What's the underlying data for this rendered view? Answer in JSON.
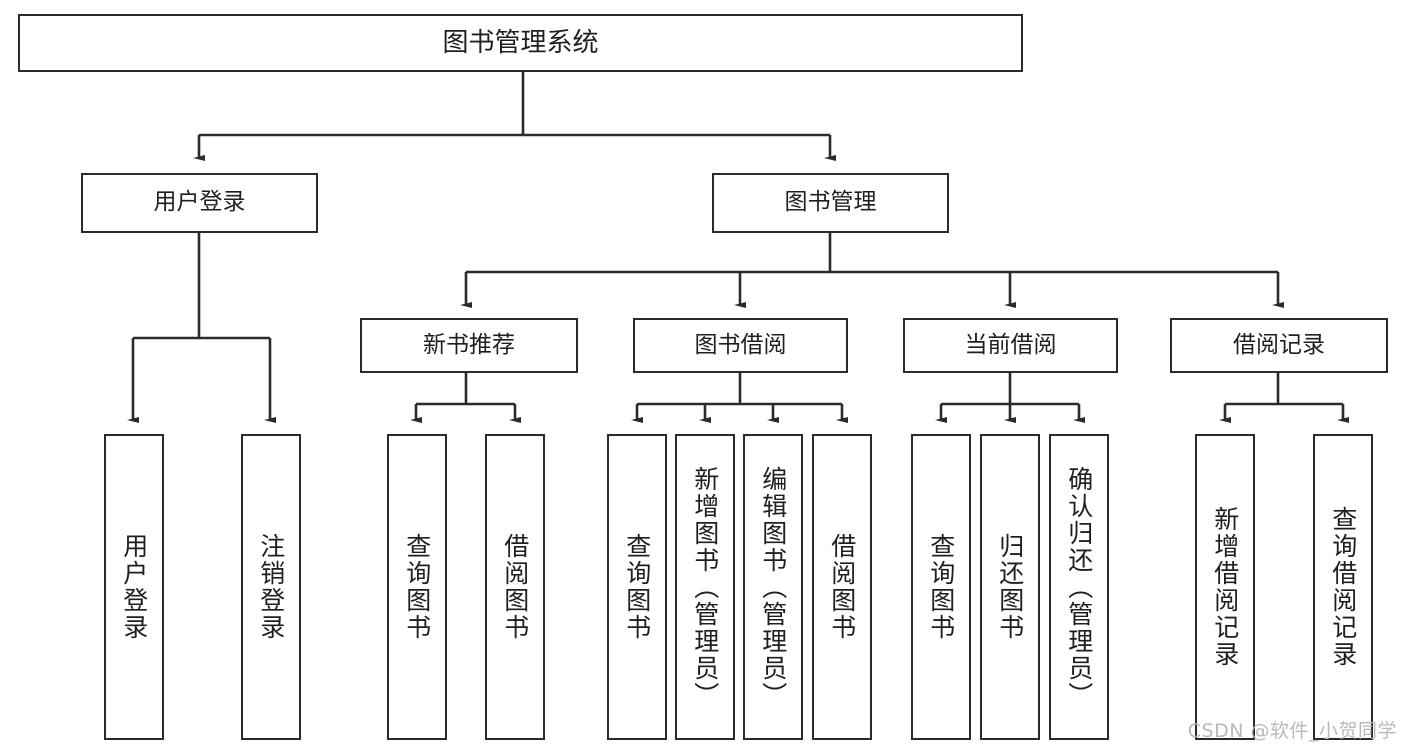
{
  "diagram": {
    "title": "图书管理系统",
    "type": "tree-hierarchy-chart",
    "watermark": "CSDN @软件_小贺同学",
    "colors": {
      "stroke": "#2b2b2b",
      "fill": "#ffffff",
      "text": "#1f1f1f",
      "watermark": "#b9b9b9"
    },
    "root": {
      "label": "图书管理系统"
    },
    "level2": [
      {
        "label": "用户登录"
      },
      {
        "label": "图书管理"
      }
    ],
    "level3": [
      {
        "label": "新书推荐"
      },
      {
        "label": "图书借阅"
      },
      {
        "label": "当前借阅"
      },
      {
        "label": "借阅记录"
      }
    ],
    "leaves": {
      "user_login": [
        {
          "label": "用户登录"
        },
        {
          "label": "注销登录"
        }
      ],
      "new_book_recommend": [
        {
          "label": "查询图书"
        },
        {
          "label": "借阅图书"
        }
      ],
      "book_borrow": [
        {
          "label": "查询图书"
        },
        {
          "label": "新增图书（管理员）"
        },
        {
          "label": "编辑图书（管理员）"
        },
        {
          "label": "借阅图书"
        }
      ],
      "current_borrow": [
        {
          "label": "查询图书"
        },
        {
          "label": "归还图书"
        },
        {
          "label": "确认归还（管理员）"
        }
      ],
      "borrow_records": [
        {
          "label": "新增借阅记录"
        },
        {
          "label": "查询借阅记录"
        }
      ]
    }
  }
}
